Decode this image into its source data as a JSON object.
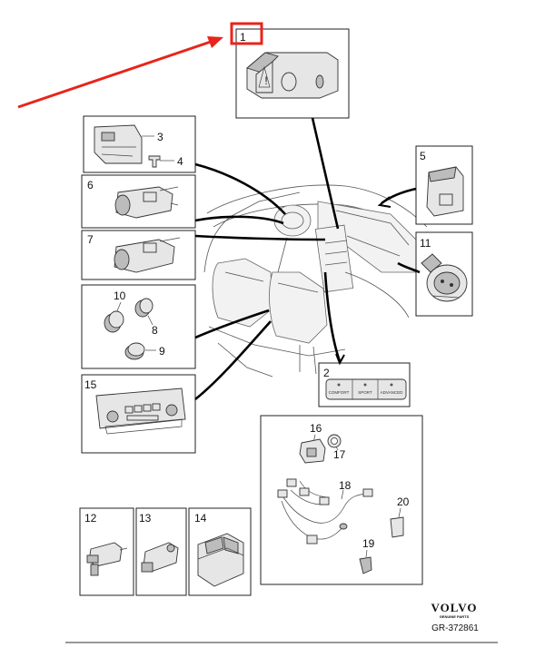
{
  "callouts": {
    "c1": "1",
    "c2": "2",
    "c3": "3",
    "c4": "4",
    "c5": "5",
    "c6": "6",
    "c7": "7",
    "c8": "8",
    "c9": "9",
    "c10": "10",
    "c11": "11",
    "c12": "12",
    "c13": "13",
    "c14": "14",
    "c15": "15",
    "c16": "16",
    "c17": "17",
    "c18": "18",
    "c19": "19",
    "c20": "20"
  },
  "drive_mode_buttons": [
    "COMFORT",
    "SPORT",
    "ADVANCED"
  ],
  "brand": {
    "name": "VOLVO",
    "tagline": "GENUINE PARTS"
  },
  "reference": "GR-372861",
  "colors": {
    "highlight": "#e8241c",
    "line": "#000000",
    "part": "#e6e6e6"
  }
}
